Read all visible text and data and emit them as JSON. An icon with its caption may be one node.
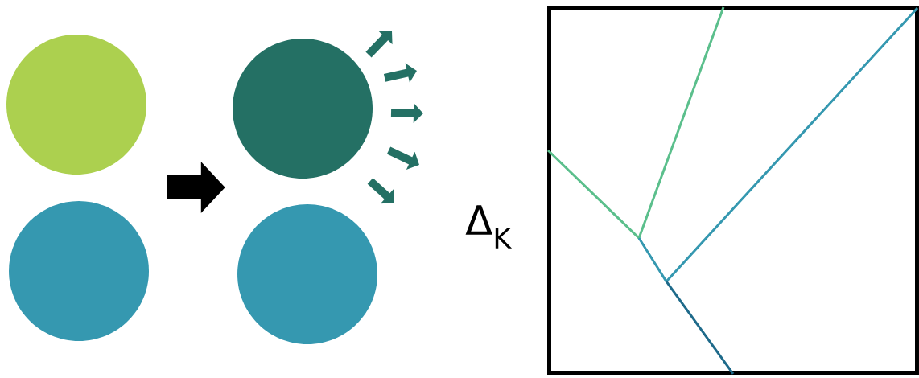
{
  "diagram": {
    "nodes": [
      {
        "text": [],
        "shape": "circle"
      },
      {
        "text": [],
        "shape": "circle"
      },
      {
        "text": [],
        "shape": "circle"
      },
      {
        "text": [],
        "shape": "circle"
      },
      {
        "text": [],
        "shape": "box"
      }
    ],
    "edges": [
      {
        "from": 0,
        "to": 2,
        "arrow": "to"
      }
    ],
    "labels": [
      "Δ$_{K}$"
    ]
  }
}
